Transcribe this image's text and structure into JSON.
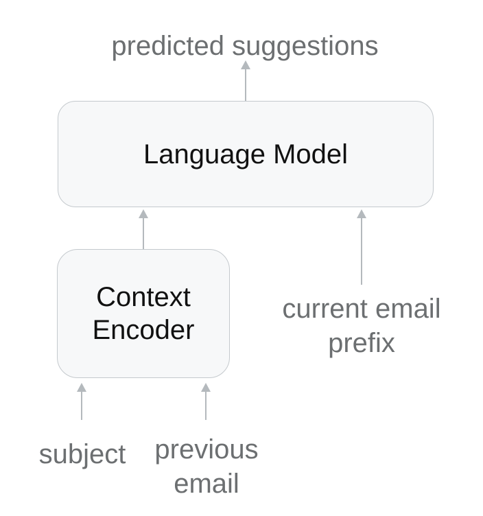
{
  "diagram": {
    "output_label": "predicted suggestions",
    "nodes": {
      "language_model": {
        "label": "Language Model"
      },
      "context_encoder": {
        "label_line1": "Context",
        "label_line2": "Encoder"
      }
    },
    "input_labels": {
      "subject": "subject",
      "previous_email": {
        "line1": "previous",
        "line2": "email"
      },
      "current_email_prefix": {
        "line1": "current email",
        "line2": "prefix"
      }
    },
    "arrows": [
      "language-model-to-predicted-suggestions",
      "context-encoder-to-language-model",
      "current-email-prefix-to-language-model",
      "subject-to-context-encoder",
      "previous-email-to-context-encoder"
    ],
    "colors": {
      "background": "#ffffff",
      "box_fill": "#f7f8f9",
      "box_border": "#c4c9cd",
      "box_text": "#111111",
      "label_text": "#6c6f71",
      "arrow": "#b4b9bd"
    }
  }
}
